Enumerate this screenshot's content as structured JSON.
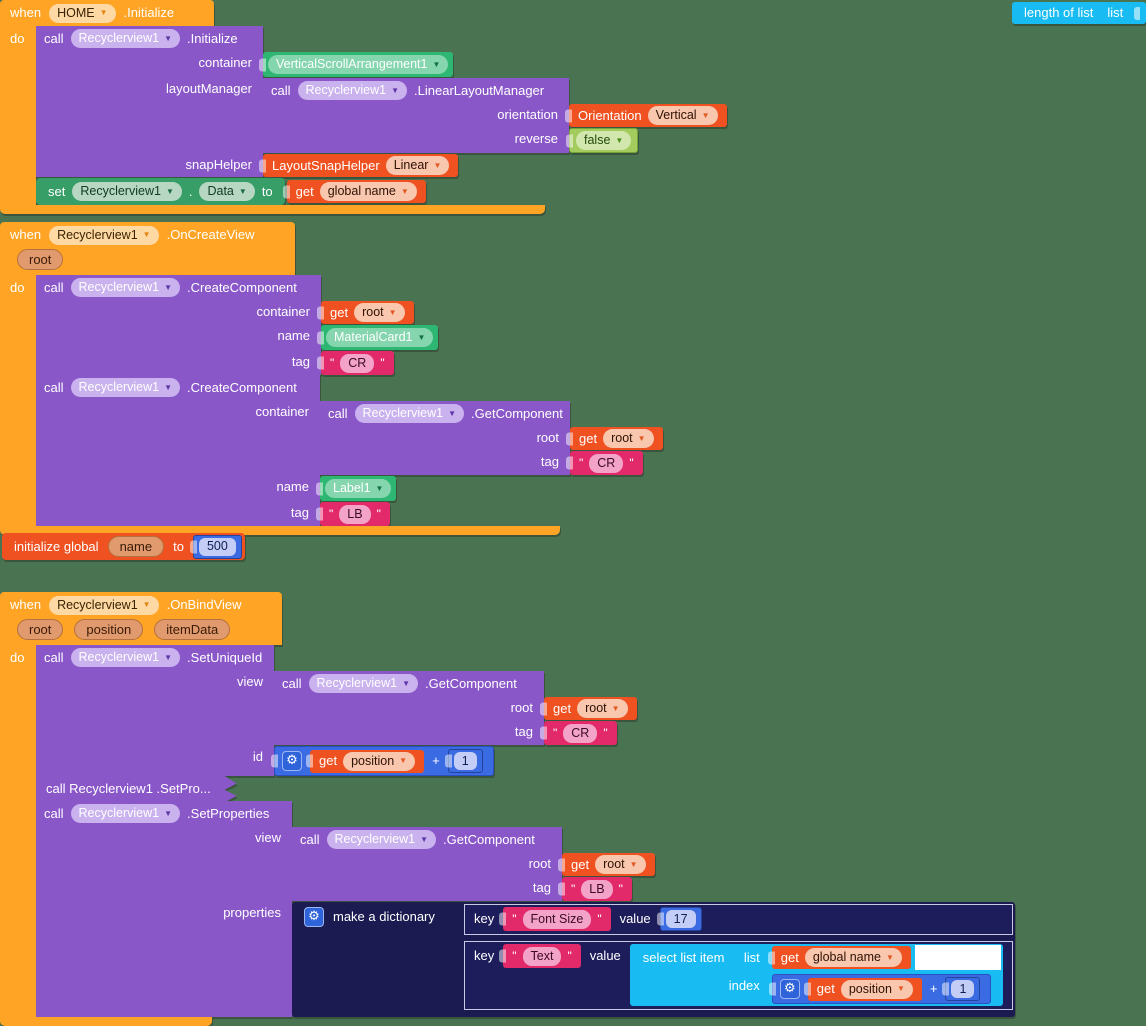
{
  "colors": {
    "background": "#4a7351",
    "event_block": "#ffa424",
    "method_block": "#8a57c9",
    "component_block": "#2eb673",
    "logic_block": "#a3cb5e",
    "helper_block": "#ef5120",
    "setter_block": "#379e68",
    "text_block": "#e22a6a",
    "math_block": "#3a6be2",
    "dictionary_block": "#1b1b52",
    "list_block": "#18bcf2"
  },
  "icons": {
    "dropdown_glyph": "▼",
    "gear_glyph": "⚙",
    "quote_glyph": "\""
  },
  "kw": {
    "when": "when",
    "do": "do",
    "call": "call",
    "set": "set",
    "to": "to",
    "get": "get",
    "plus": "+",
    "key": "key",
    "value": "value",
    "dot": "."
  },
  "component": "Recyclerview1",
  "g1": {
    "screen": "HOME",
    "event": ".Initialize",
    "method_initialize": ".Initialize",
    "method_llm": ".LinearLayoutManager",
    "rows": {
      "container": "container",
      "layout_manager": "layoutManager",
      "snap_helper": "snapHelper",
      "orientation": "orientation",
      "reverse": "reverse"
    },
    "container_value": "VerticalScrollArrangement1",
    "orientation_value": {
      "label": "Orientation",
      "option": "Vertical"
    },
    "reverse_value": "false",
    "snap_value": {
      "label": "LayoutSnapHelper",
      "option": "Linear"
    },
    "set_row": {
      "property": "Data",
      "variable": "global name"
    }
  },
  "g2": {
    "label": "length of list",
    "socket": "list"
  },
  "g3": {
    "event": ".OnCreateView",
    "param_root": "root",
    "method_create": ".CreateComponent",
    "method_get": ".GetComponent",
    "rows": {
      "container": "container",
      "name": "name",
      "tag": "tag",
      "root": "root"
    },
    "get_root": "root",
    "name1": "MaterialCard1",
    "tag1": "CR",
    "name2": "Label1",
    "tag2": "LB"
  },
  "g4": {
    "label": "initialize global",
    "variable": "name",
    "to": "to",
    "value": "500"
  },
  "g5": {
    "event": ".OnBindView",
    "params": [
      "root",
      "position",
      "itemData"
    ],
    "method_set_unique_id": ".SetUniqueId",
    "method_get": ".GetComponent",
    "method_set_properties": ".SetProperties",
    "collapsed": "call  Recyclerview1 .SetPro...",
    "rows": {
      "view": "view",
      "id": "id",
      "root": "root",
      "tag": "tag",
      "properties": "properties",
      "index": "index",
      "list": "list",
      "select": "select list item"
    },
    "tag_cr": "CR",
    "tag_lb": "LB",
    "get_root": "root",
    "get_position": "position",
    "one": "1",
    "dict": {
      "label": "make a dictionary",
      "key1": "Font Size",
      "val1": "17",
      "key2": "Text"
    },
    "select_variable": "global name"
  }
}
